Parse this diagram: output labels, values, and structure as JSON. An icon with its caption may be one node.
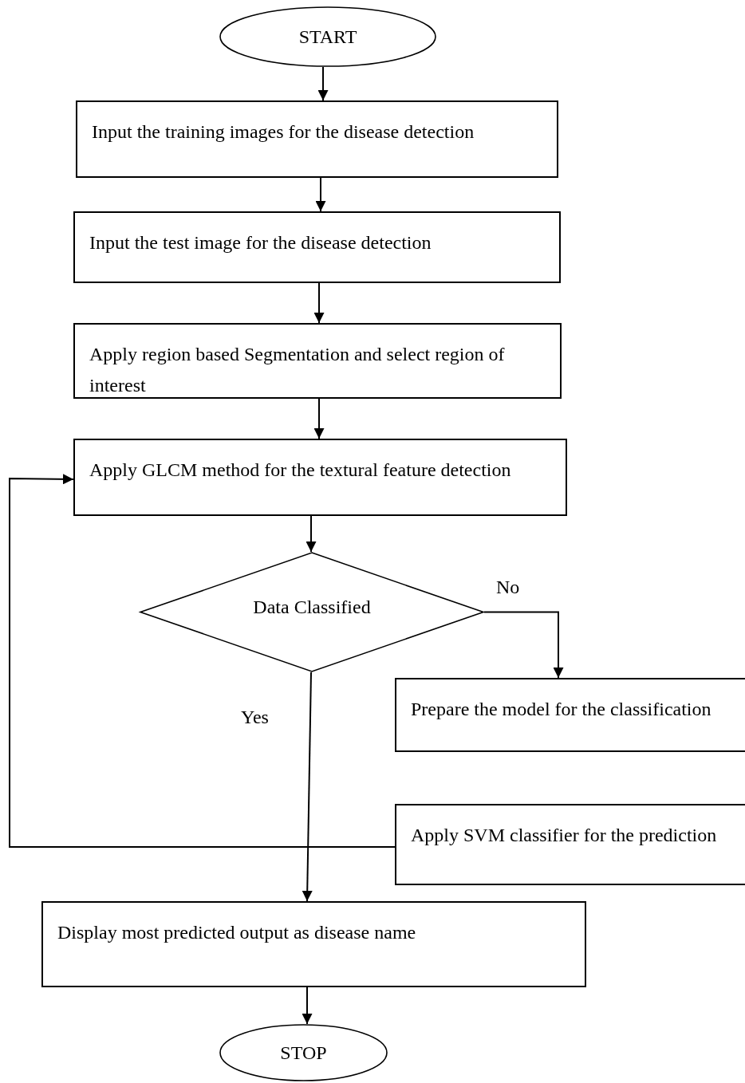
{
  "diagram": {
    "nodes": [
      {
        "text": [
          "START"
        ]
      },
      {
        "text": [
          "Input the training images for the disease detection"
        ]
      },
      {
        "text": [
          "Input the test image for the disease detection"
        ]
      },
      {
        "text": [
          "Apply region based Segmentation and select region of interest"
        ]
      },
      {
        "text": [
          "Apply GLCM method for the textural feature detection"
        ]
      },
      {
        "text": [
          "Data Classified"
        ]
      },
      {
        "text": [
          "Prepare the model for the classification"
        ]
      },
      {
        "text": [
          "Apply SVM classifier for the prediction"
        ]
      },
      {
        "text": [
          "Display most predicted output as disease name"
        ]
      },
      {
        "text": [
          "STOP"
        ]
      }
    ],
    "edges": [
      {
        "from": 0,
        "to": 1,
        "arrow": "to"
      },
      {
        "from": 1,
        "to": 2,
        "arrow": "to"
      },
      {
        "from": 2,
        "to": 3,
        "arrow": "to"
      },
      {
        "from": 3,
        "to": 4,
        "arrow": "to"
      },
      {
        "from": 4,
        "to": 5,
        "arrow": "to"
      },
      {
        "from": 5,
        "to": 6,
        "arrow": "to",
        "label": "No"
      },
      {
        "from": 5,
        "to": 8,
        "arrow": "to",
        "label": "Yes"
      },
      {
        "from": 7,
        "to": 4,
        "arrow": "to"
      },
      {
        "from": 8,
        "to": 9,
        "arrow": "to"
      }
    ]
  }
}
